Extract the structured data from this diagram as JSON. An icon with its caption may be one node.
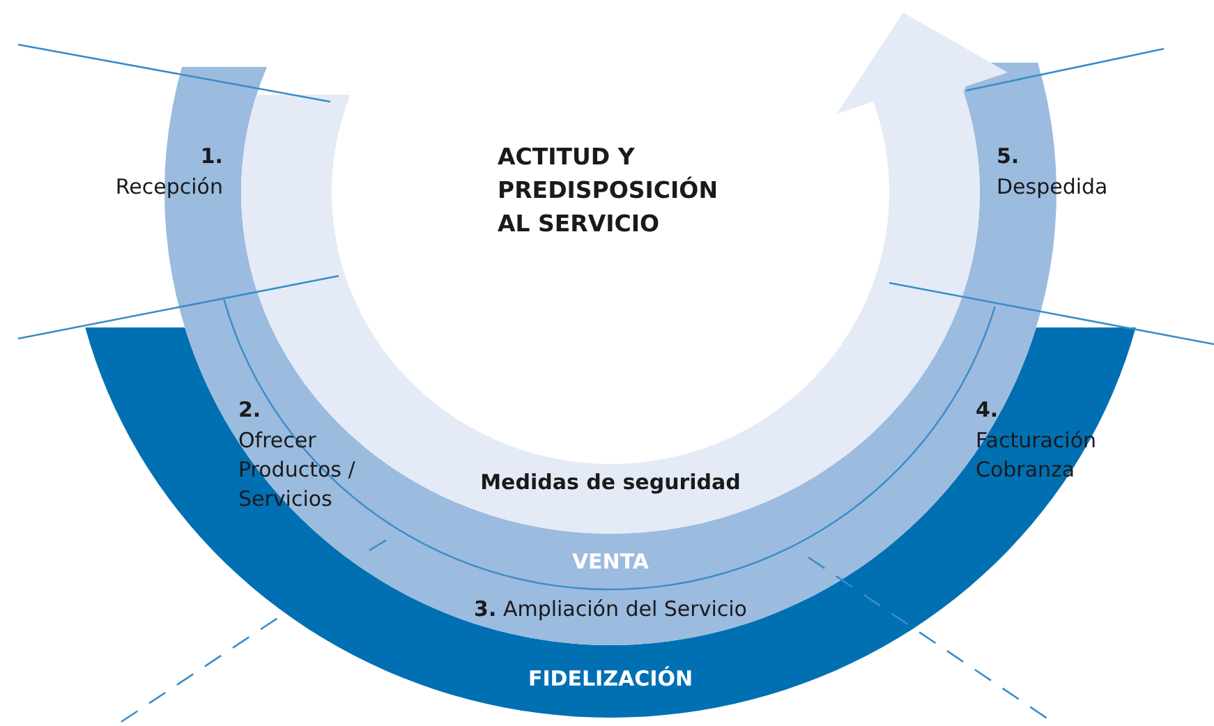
{
  "diagram": {
    "nodes": [
      {
        "text": [
          "FIDELIZACIÓN"
        ]
      },
      {
        "text": [
          "VENTA"
        ]
      },
      {
        "text": [
          "Medidas de seguridad"
        ]
      }
    ],
    "labels": [
      "ACTITUD Y PREDISPOSICIÓN AL SERVICIO",
      "1.",
      "Recepción",
      "5.",
      "Despedida",
      "2.",
      "Ofrecer Productos / Servicios",
      "4.",
      "Facturación Cobranza",
      "**3.** Ampliación del Servicio"
    ]
  }
}
